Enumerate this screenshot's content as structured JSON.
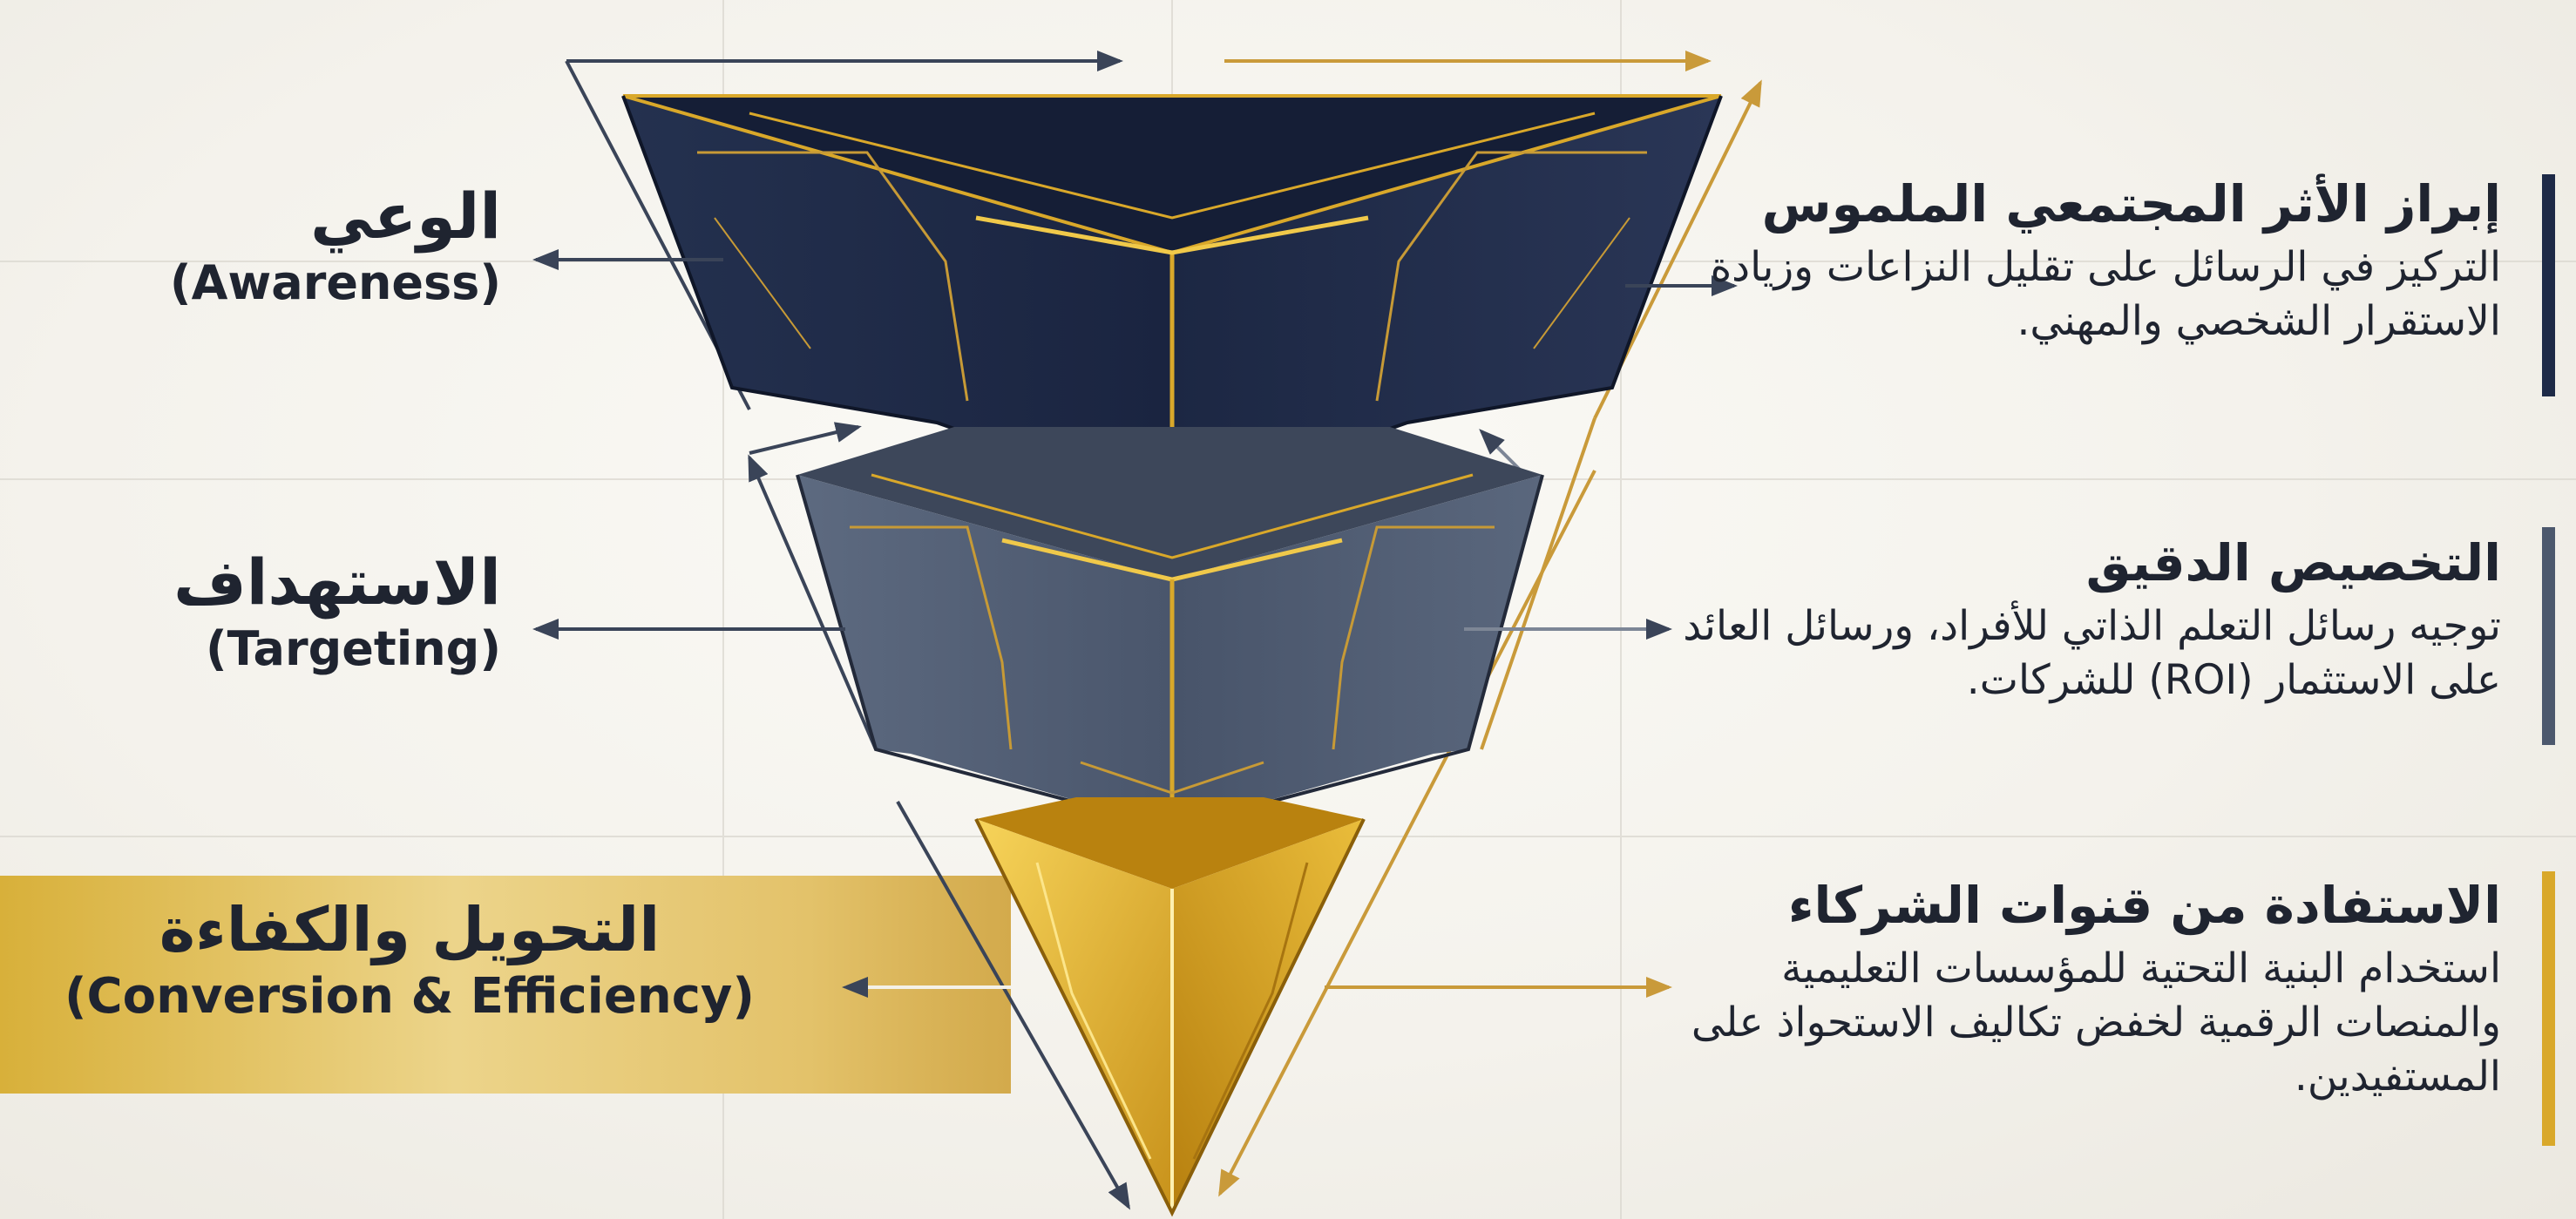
{
  "colors": {
    "navy": "#1e2a47",
    "slate": "#4c586d",
    "gold": "#d9a82a",
    "text": "#1f2430"
  },
  "stages": [
    {
      "ar": "الوعي",
      "en": "(Awareness)",
      "color": "navy"
    },
    {
      "ar": "الاستهداف",
      "en": "(Targeting)",
      "color": "slate"
    },
    {
      "ar": "التحويل والكفاءة",
      "en": "(Conversion & Efficiency)",
      "color": "gold"
    }
  ],
  "benefits": [
    {
      "title": "إبراز الأثر المجتمعي الملموس",
      "body": "التركيز في الرسائل على تقليل النزاعات وزيادة الاستقرار الشخصي والمهني.",
      "bar_color": "#1e2a47"
    },
    {
      "title": "التخصيص الدقيق",
      "body": "توجيه رسائل التعلم الذاتي للأفراد، ورسائل العائد على الاستثمار (ROI) للشركات.",
      "bar_color": "#4c586d"
    },
    {
      "title": "الاستفادة من قنوات الشركاء",
      "body": "استخدام البنية التحتية للمؤسسات التعليمية والمنصات الرقمية لخفض تكاليف الاستحواذ على المستفيدين.",
      "bar_color": "#d9a82a"
    }
  ]
}
